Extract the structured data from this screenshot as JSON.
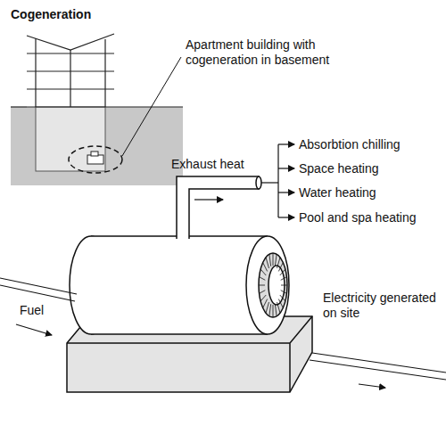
{
  "diagram": {
    "title": "Cogeneration",
    "labels": [
      "Apartment building with cogeneration in basement",
      "Exhaust heat",
      "Absorbtion chilling",
      "Space heating",
      "Water heating",
      "Pool and spa heating",
      "Electricity generated on site",
      "Fuel"
    ]
  }
}
